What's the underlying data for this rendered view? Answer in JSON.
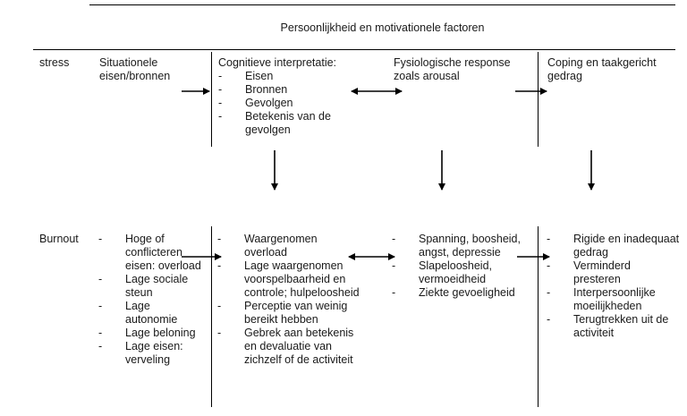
{
  "header": {
    "title": "Persoonlijkheid en motivationele factoren"
  },
  "stress_row": {
    "label": "stress",
    "col1": "Situationele eisen/bronnen",
    "col2_title": "Cognitieve interpretatie:",
    "col2_items": [
      "Eisen",
      "Bronnen",
      "Gevolgen",
      "Betekenis van de gevolgen"
    ],
    "col3": "Fysiologische response zoals arousal",
    "col4": "Coping en taakgericht gedrag"
  },
  "burnout_row": {
    "label": "Burnout",
    "col1_items": [
      "Hoge of conflicteren eisen: overload",
      "Lage sociale steun",
      "Lage autonomie",
      "Lage beloning",
      "Lage eisen: verveling"
    ],
    "col2_items": [
      "Waargenomen overload",
      "Lage waargenomen voorspelbaarheid en controle; hulpeloosheid",
      "Perceptie van weinig bereikt hebben",
      "Gebrek aan betekenis en devaluatie van zichzelf of de activiteit"
    ],
    "col3_items": [
      "Spanning, boosheid, angst, depressie",
      "Slapeloosheid, vermoeidheid",
      "Ziekte gevoeligheid"
    ],
    "col4_items": [
      "Rigide en inadequaat gedrag",
      "Verminderd presteren",
      "Interpersoonlijke moeilijkheden",
      "Terugtrekken uit de activiteit"
    ]
  }
}
